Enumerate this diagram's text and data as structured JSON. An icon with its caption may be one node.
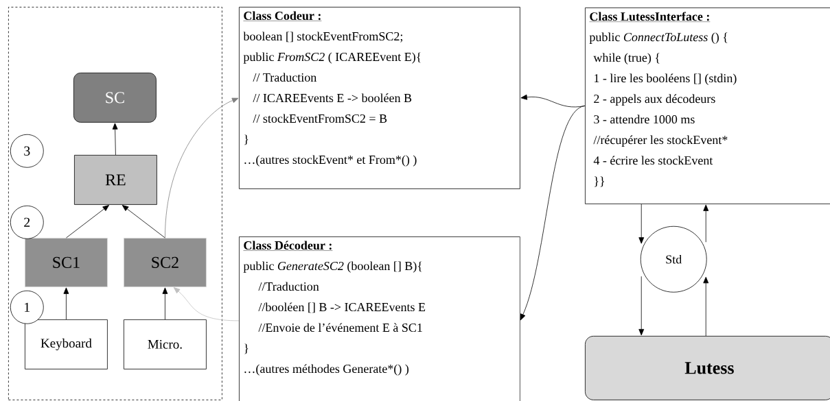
{
  "diagram": {
    "nodes": [
      {
        "text": [],
        "shape": "box"
      },
      {
        "text": [
          "SC"
        ],
        "in": 0
      },
      {
        "text": [
          "3"
        ],
        "in": 0
      },
      {
        "text": [
          "RE"
        ],
        "in": 0
      },
      {
        "text": [
          "2"
        ],
        "in": 0
      },
      {
        "text": [
          "SC1"
        ],
        "in": 0
      },
      {
        "text": [
          "SC2"
        ],
        "in": 0
      },
      {
        "text": [
          "1"
        ],
        "in": 0
      },
      {
        "text": [
          "Keyboard"
        ],
        "in": 0
      },
      {
        "text": [
          "Micro."
        ],
        "in": 0
      },
      {
        "text": [
          "Class Codeur :",
          "boolean [] stockEventFromSC2;",
          "public *FromSC2* ( ICAREEvent E){",
          "// Traduction",
          "// ICAREEvents E -> booléen B",
          "// stockEventFromSC2 = B",
          "}",
          "…(autres stockEvent* et From*() )"
        ]
      },
      {
        "text": [
          "Class LutessInterface :",
          "public *ConnectToLutess* () {",
          "while (true) {",
          "1 - lire les booléens [] (stdin)",
          "2 - appels aux décodeurs",
          "3 - attendre 1000 ms",
          "//récupérer les stockEvent*",
          "4 - écrire les stockEvent",
          "}}"
        ]
      },
      {
        "text": [
          "Class Décodeur :",
          "public *GenerateSC2* (boolean [] B){",
          "//Traduction",
          "//booléen [] B -> ICAREEvents E",
          "//Envoie de l’événement E à SC1",
          "}",
          "…(autres méthodes Generate*() )"
        ]
      },
      {
        "text": [
          "Std"
        ]
      },
      {
        "text": [
          "Lutess"
        ]
      }
    ],
    "edges": [
      {
        "from": 3,
        "to": 1,
        "arrow": "to"
      },
      {
        "from": 5,
        "to": 3,
        "arrow": "to"
      },
      {
        "from": 6,
        "to": 3,
        "arrow": "to"
      },
      {
        "from": 8,
        "to": 5,
        "arrow": "to"
      },
      {
        "from": 9,
        "to": 6,
        "arrow": "to"
      },
      {
        "from": 6,
        "to": 10,
        "arrow": "to",
        "color": "#808080"
      },
      {
        "from": 12,
        "to": 6,
        "arrow": "to",
        "color": "#c0c0c0"
      },
      {
        "from": 11,
        "to": 10,
        "arrow": "to"
      },
      {
        "from": 11,
        "to": 12,
        "arrow": "to"
      },
      {
        "from": 11,
        "to": 13,
        "arrow": "to"
      },
      {
        "from": 13,
        "to": 11,
        "arrow": "to"
      },
      {
        "from": 13,
        "to": 14,
        "arrow": "to"
      },
      {
        "from": 14,
        "to": 13,
        "arrow": "to"
      }
    ]
  }
}
